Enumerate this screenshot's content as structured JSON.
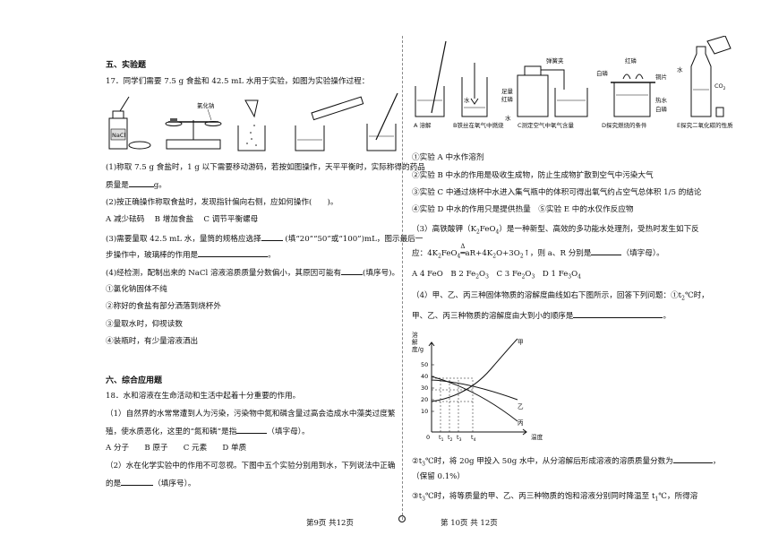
{
  "left": {
    "section5": "五、实验题",
    "q17_intro": "17．同学们需要 7.5 g 食盐和 42.5 mL 水用于实验，如图为实验操作过程：",
    "fig_labels": {
      "nacl": "NaCl",
      "salt": "氯化钠"
    },
    "q17_1a": "(1)称取 7.5 g 食盐时，1 g 以下需要移动游码，若按如图操作，天平平衡时，实际称得的药品",
    "q17_1b": "质量是",
    "q17_1b_unit": "g。",
    "q17_2": "(2)按正确操作称取食盐时，发现指针偏向右侧，应如何操作(　　)。",
    "q17_2_opts": "A  减少砝码　 B  增加食盐　 C  调节平衡螺母",
    "q17_3a": "(3)需要量取 42.5 mL 水，量筒的规格应选择",
    "q17_3a_tail": " (填“20”“50”或“100”)mL，图示最后一",
    "q17_3b": "步操作中，玻璃棒的作用是",
    "q17_3b_tail": "。",
    "q17_4": "(4)经检测，配制出来的 NaCl 溶液溶质质量分数偏小，其原因可能有",
    "q17_4_tail": "(填序号)。",
    "q17_4_items": [
      "①氯化钠固体不纯",
      "②称好的食盐有部分洒落到烧杯外",
      "③量取水时，仰视读数",
      "④装瓶时，有少量溶液洒出"
    ],
    "section6": "六、综合应用题",
    "q18_intro": "18．水和溶液在生命活动和生活中起着十分重要的作用。",
    "q18_1a": "（1）自然界的水常常遭到人为污染，污染物中氮和磷含量过高会造成水中藻类过度繁",
    "q18_1b": "殖，使水质恶化，这里的“氮和磷”是指",
    "q18_1b_tail": "（填字母）。",
    "q18_1_opts": "A 分子　　B 原子　　C 元素　　D 单质",
    "q18_2a": "（2）水在化学实验中的作用不可忽视。下图中五个实验分别用到水，下列说法中正确",
    "q18_2b": "的是",
    "q18_2b_tail": "（填序号）。",
    "footer": "第9页  共12页"
  },
  "right": {
    "fig_labels": {
      "a": "A 溶解",
      "b": "B铁丝在氧气中燃烧",
      "c": "C测定空气中氧气含量",
      "d": "D探究燃烧的条件",
      "e": "E探究二氧化碳的性质",
      "clip": "弹簧夹",
      "redp": "红磷",
      "whitep": "白磷",
      "copper": "铜片",
      "hotwater": "热水",
      "water": "水",
      "zuliang": "足量",
      "hongl": "红磷",
      "co2": "CO",
      "co2sub": "2",
      "water2": "水",
      "water3": "水",
      "bailin2": "白磷"
    },
    "items": [
      "①实验 A 中水作溶剂",
      "②实验 B 中水的作用是吸收生成物，防止生成物扩散到空气中污染大气",
      "③实验 C 中通过烧杯中水进入集气瓶中的体积可得出氧气约占空气总体积 1/5 的结论",
      "④实验 D 中水的作用只是提供热量　⑤实验 E 中的水仅作反应物"
    ],
    "q3a": "（3）高铁酸钾（K",
    "q3a_mid": "FeO",
    "q3a_tail": "）是一种新型、高效的多功能水处理剂，受热时发生如下反",
    "q3b": "应：4K",
    "q3b_mid1": "FeO",
    "q3b_mid2": "aR+4K",
    "q3b_mid3": "O+3O",
    "q3b_tail": "↑，则 a、R 分别是",
    "q3b_end": "（填字母）。",
    "q3_opts": "A 4 FeO　B 2 Fe",
    "q3_opts_b": "O",
    "q3_opts_c": "　C 3 Fe",
    "q3_opts_d": "O",
    "q3_opts_e": "　D 1 Fe",
    "q3_opts_f": "O",
    "q4a": "（4）甲、乙、丙三种固体物质的溶解度曲线如右下图所示，回答下列问题：①t",
    "q4a_tail": "℃时，",
    "q4b": "甲、乙、丙三种物质的溶解度由大到小的顺序是",
    "q4b_tail": "。",
    "chart": {
      "ylabel": "溶解度/g",
      "xlabel": "温度",
      "yticks": [
        "50",
        "40",
        "30",
        "20",
        "10"
      ],
      "xticks": [
        "0",
        "t",
        "t",
        "t",
        "t"
      ],
      "xtick_subs": [
        "",
        "1",
        "2",
        "3",
        "4"
      ],
      "series": [
        "甲",
        "乙",
        "丙"
      ]
    },
    "q4c": "②t",
    "q4c_tail": "℃时，将 20g 甲投入 50g 水中，从分溶解后形成溶液的溶质质量分数为",
    "q4c_end": "，",
    "q4d": "（保留 0.1%）",
    "q4e": "③t",
    "q4e_tail": "℃时，将等质量的甲、乙、丙三种物质的饱和溶液分别同时降温至 t",
    "q4e_end": "℃，所得溶",
    "footer": "第 10页  共 12页"
  }
}
